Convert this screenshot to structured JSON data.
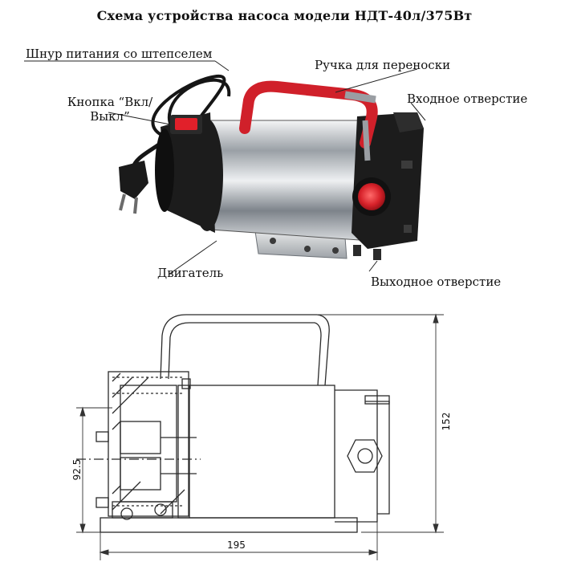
{
  "title": "Схема устройства насоса модели НДТ-40л/375Вт",
  "labels": {
    "power_cord": "Шнур питания со штепселем",
    "switch_line1": "Кнопка “Вкл/",
    "switch_line2": "Выкл”",
    "handle": "Ручка для переноски",
    "inlet": "Входное отверстие",
    "outlet": "Выходное отверстие",
    "motor": "Двигатель"
  },
  "dimensions": {
    "height": "152",
    "axis_height": "92.5",
    "length": "195"
  },
  "colors": {
    "handle_red": "#d0202a",
    "switch_red": "#e1202a",
    "body_black": "#1c1c1c",
    "steel": "#c9ccd0"
  }
}
